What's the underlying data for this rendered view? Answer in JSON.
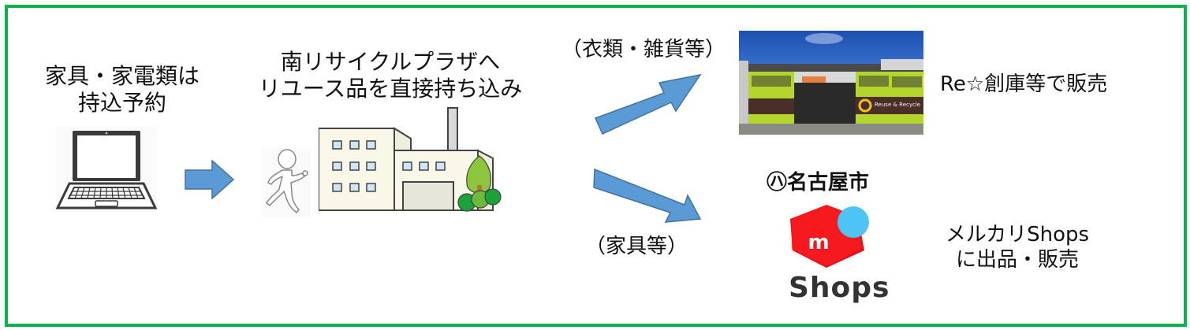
{
  "step1": {
    "title_line1": "家具・家電類は",
    "title_line2": "持込予約",
    "icon": "laptop-icon"
  },
  "step2": {
    "title_line1": "南リサイクルプラザへ",
    "title_line2": "リユース品を直接持ち込み",
    "icons": [
      "running-person-icon",
      "factory-building-icon",
      "trees-icon"
    ]
  },
  "branch_upper": {
    "label": "（衣類・雑貨等）",
    "destination_image": "reuse-store-photo",
    "store_sign": "Reuse & Recycle",
    "result": "Re☆創庫等で販売"
  },
  "branch_lower": {
    "label": "（家具等）",
    "city_mark": "㋩",
    "city_name": "名古屋市",
    "logo_letter": "m",
    "logo_word": "Shops",
    "result_line1": "メルカリShops",
    "result_line2": "に出品・販売"
  },
  "colors": {
    "frame_green": "#0bb24b",
    "arrow_blue": "#5b9bd5",
    "arrow_outline": "#41719c",
    "mercari_red": "#e8101c",
    "mercari_blue": "#4dc4f5",
    "store_green": "#b4d62c"
  }
}
